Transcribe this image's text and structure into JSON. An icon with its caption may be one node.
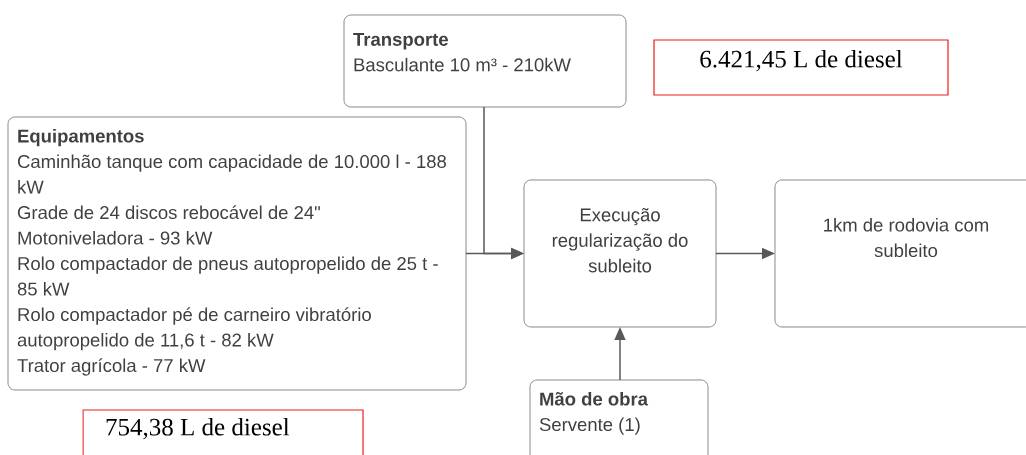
{
  "diagram": {
    "nodes": [
      {
        "text": [
          "Transporte",
          "Basculante 10 m³ - 210kW"
        ]
      },
      {
        "text": [
          "6.421,45 L de diesel"
        ]
      },
      {
        "text": [
          "Equipamentos",
          "Caminhão tanque com capacidade de 10.000 l - 188 kW",
          "Grade de 24 discos rebocável de 24\"",
          "Motoniveladora - 93 kW",
          "Rolo compactador de pneus autopropelido de 25 t - 85 kW",
          "Rolo compactador pé de carneiro vibratório autopropelido de 11,6 t - 82 kW",
          "Trator agrícola - 77 kW"
        ]
      },
      {
        "text": [
          "Execução regularização do subleito"
        ]
      },
      {
        "text": [
          "1km de rodovia com subleito"
        ]
      },
      {
        "text": [
          "Mão de obra",
          "Servente (1)"
        ]
      },
      {
        "text": [
          "754,38 L de diesel"
        ]
      }
    ],
    "edges": [
      {
        "from": 0,
        "to": 3,
        "arrow": "to"
      },
      {
        "from": 2,
        "to": 3,
        "arrow": "to"
      },
      {
        "from": 3,
        "to": 4,
        "arrow": "to"
      },
      {
        "from": 5,
        "to": 3,
        "arrow": "to"
      }
    ]
  }
}
